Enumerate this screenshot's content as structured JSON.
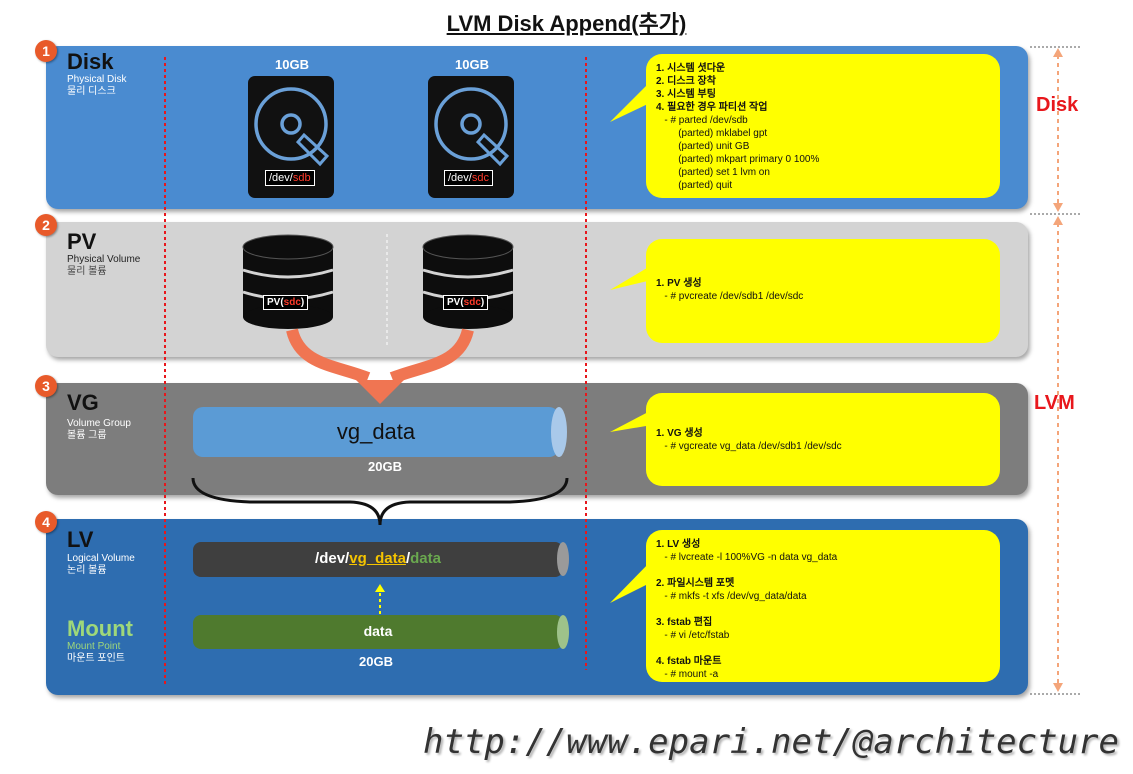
{
  "title": "LVM Disk Append(추가)",
  "sections": {
    "disk": {
      "num": "1",
      "label": "Disk",
      "sub1": "Physical Disk",
      "sub2": "물리 디스크"
    },
    "pv": {
      "num": "2",
      "label": "PV",
      "sub1": "Physical Volume",
      "sub2": "물리 볼륨"
    },
    "vg": {
      "num": "3",
      "label": "VG",
      "sub1": "Volume Group",
      "sub2": "볼륨 그룹"
    },
    "lv": {
      "num": "4",
      "label": "LV",
      "sub1": "Logical Volume",
      "sub2": "논리 볼륨"
    },
    "mount": {
      "label": "Mount",
      "sub1": "Mount Point",
      "sub2": "마운트 포인트"
    }
  },
  "disks": [
    {
      "size": "10GB",
      "dev_prefix": "/dev/",
      "dev_name": "sdb"
    },
    {
      "size": "10GB",
      "dev_prefix": "/dev/",
      "dev_name": "sdc"
    }
  ],
  "pvs": [
    {
      "prefix": "PV(",
      "name": "sdc",
      "suffix": ")"
    },
    {
      "prefix": "PV(",
      "name": "sdc",
      "suffix": ")"
    }
  ],
  "vg": {
    "name": "vg_data",
    "size": "20GB"
  },
  "lv": {
    "p1": "/dev/",
    "p2": "vg_data",
    "p3": "/",
    "p4": "data"
  },
  "mount": {
    "name": "data",
    "size": "20GB"
  },
  "bubbles": {
    "disk": [
      "1. 시스템 셧다운",
      "2. 디스크 장착",
      "3. 시스템 부팅",
      "4. 필요한 경우 파티션 작업",
      "   - # parted /dev/sdb",
      "        (parted) mklabel gpt",
      "        (parted) unit GB",
      "        (parted) mkpart primary 0 100%",
      "        (parted) set 1 lvm on",
      "        (parted) quit"
    ],
    "pv": [
      "1. PV 생성",
      "   - # pvcreate /dev/sdb1 /dev/sdc"
    ],
    "vg": [
      "1. VG 생성",
      "   - # vgcreate vg_data /dev/sdb1 /dev/sdc"
    ],
    "lv": [
      "1. LV 생성",
      "   - # lvcreate -l 100%VG -n data vg_data",
      "",
      "2. 파일시스템 포멧",
      "   - # mkfs -t xfs /dev/vg_data/data",
      "",
      "3. fstab 편집",
      "   - # vi /etc/fstab",
      "",
      "4. fstab 마운트",
      "   - # mount -a"
    ]
  },
  "side_labels": {
    "disk": "Disk",
    "lvm": "LVM"
  },
  "url": "http://www.epari.net/@architecture",
  "colors": {
    "disk_band": "#4a8bd0",
    "pv_band": "#d3d3d3",
    "vg_band": "#7d7d7d",
    "lv_band": "#2e6db0",
    "bubble": "#ffff00",
    "accent_red": "#e8171c"
  }
}
